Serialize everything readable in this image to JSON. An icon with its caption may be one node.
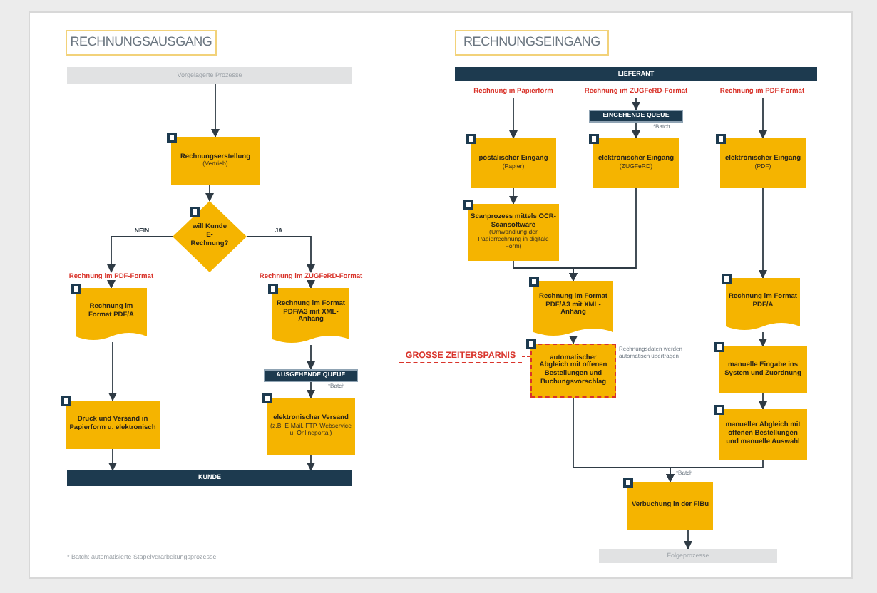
{
  "diagram": {
    "nodes": [
      {
        "text": [
          "RECHNUNGSAUSGANG"
        ]
      },
      {
        "text": [
          "Vorgelagerte Prozesse"
        ]
      },
      {
        "text": [
          "Rechnungserstellung",
          "(Vertrieb)"
        ]
      },
      {
        "text": [
          "will Kunde E-Rechnung?"
        ]
      },
      {
        "text": [
          "Rechnung im PDF-Format"
        ]
      },
      {
        "text": [
          "Rechnung im ZUGFeRD-Format"
        ]
      },
      {
        "text": [
          "Rechnung im Format PDF/A"
        ]
      },
      {
        "text": [
          "Rechnung im Format PDF/A3 mit XML-Anhang"
        ]
      },
      {
        "text": [
          "AUSGEHENDE QUEUE"
        ],
        "beside": [
          "*Batch"
        ]
      },
      {
        "text": [
          "Druck und Versand in Papierform u. elektronisch"
        ]
      },
      {
        "text": [
          "elektronischer Versand",
          "(z.B. E-Mail, FTP, Webservice u. Onlineportal)"
        ]
      },
      {
        "text": [
          "KUNDE"
        ]
      },
      {
        "text": [
          "RECHNUNGSEINGANG"
        ]
      },
      {
        "text": [
          "LIEFERANT"
        ]
      },
      {
        "text": [
          "Rechnung in Papierform"
        ]
      },
      {
        "text": [
          "Rechnung im ZUGFeRD-Format"
        ]
      },
      {
        "text": [
          "Rechnung im PDF-Format"
        ]
      },
      {
        "text": [
          "EINGEHENDE QUEUE"
        ],
        "beside": [
          "*Batch"
        ]
      },
      {
        "text": [
          "postalischer Eingang",
          "(Papier)"
        ]
      },
      {
        "text": [
          "elektronischer Eingang",
          "(ZUGFeRD)"
        ]
      },
      {
        "text": [
          "elektronischer Eingang",
          "(PDF)"
        ]
      },
      {
        "text": [
          "Scanprozess mittels OCR-Scansoftware",
          "(Umwandlung der Papierrechnung in digitale Form)"
        ]
      },
      {
        "text": [
          "Rechnung im Format PDF/A3 mit XML-Anhang"
        ]
      },
      {
        "text": [
          "GROSSE ZEITERSPARNIS"
        ]
      },
      {
        "text": [
          "automatischer Abgleich mit offenen Bestellungen und Buchungsvorschlag"
        ],
        "beside": [
          "Rechnungsdaten werden automatisch übertragen"
        ]
      },
      {
        "text": [
          "Rechnung im Format PDF/A"
        ]
      },
      {
        "text": [
          "manuelle Eingabe ins System und Zuordnung"
        ]
      },
      {
        "text": [
          "manueller Abgleich mit offenen Bestellungen und manuelle Auswahl"
        ]
      },
      {
        "text": [
          "Verbuchung in der FiBu"
        ],
        "beside": [
          "*Batch"
        ]
      },
      {
        "text": [
          "Folgeprozesse"
        ]
      }
    ],
    "edges": [
      {
        "from": 1,
        "to": 2,
        "arrow": "to"
      },
      {
        "from": 2,
        "to": 3,
        "arrow": "to"
      },
      {
        "from": 3,
        "to": 4,
        "arrow": "to",
        "label": "NEIN"
      },
      {
        "from": 3,
        "to": 5,
        "arrow": "to",
        "label": "JA"
      },
      {
        "from": 4,
        "to": 6,
        "arrow": "to"
      },
      {
        "from": 5,
        "to": 7,
        "arrow": "to"
      },
      {
        "from": 6,
        "to": 9,
        "arrow": "to"
      },
      {
        "from": 7,
        "to": 8,
        "arrow": "to"
      },
      {
        "from": 8,
        "to": 10,
        "arrow": "to"
      },
      {
        "from": 9,
        "to": 11,
        "arrow": "to"
      },
      {
        "from": 10,
        "to": 11,
        "arrow": "to"
      },
      {
        "from": 14,
        "to": 18,
        "arrow": "to"
      },
      {
        "from": 15,
        "to": 17,
        "arrow": "to"
      },
      {
        "from": 16,
        "to": 20,
        "arrow": "to"
      },
      {
        "from": 17,
        "to": 19,
        "arrow": "to"
      },
      {
        "from": 18,
        "to": 21,
        "arrow": "to"
      },
      {
        "from": 21,
        "to": 22,
        "arrow": "to"
      },
      {
        "from": 19,
        "to": 22,
        "arrow": "to"
      },
      {
        "from": 22,
        "to": 24,
        "arrow": "to"
      },
      {
        "from": 23,
        "to": 24,
        "arrow": "none",
        "style": "dashed",
        "color": "#d9342b"
      },
      {
        "from": 24,
        "to": 28,
        "arrow": "to"
      },
      {
        "from": 20,
        "to": 25,
        "arrow": "to"
      },
      {
        "from": 25,
        "to": 26,
        "arrow": "to"
      },
      {
        "from": 26,
        "to": 27,
        "arrow": "to"
      },
      {
        "from": 27,
        "to": 28,
        "arrow": "to"
      },
      {
        "from": 28,
        "to": 29,
        "arrow": "to"
      }
    ],
    "labels": [
      "* Batch: automatisierte Stapelverarbeitungsprozesse"
    ]
  }
}
